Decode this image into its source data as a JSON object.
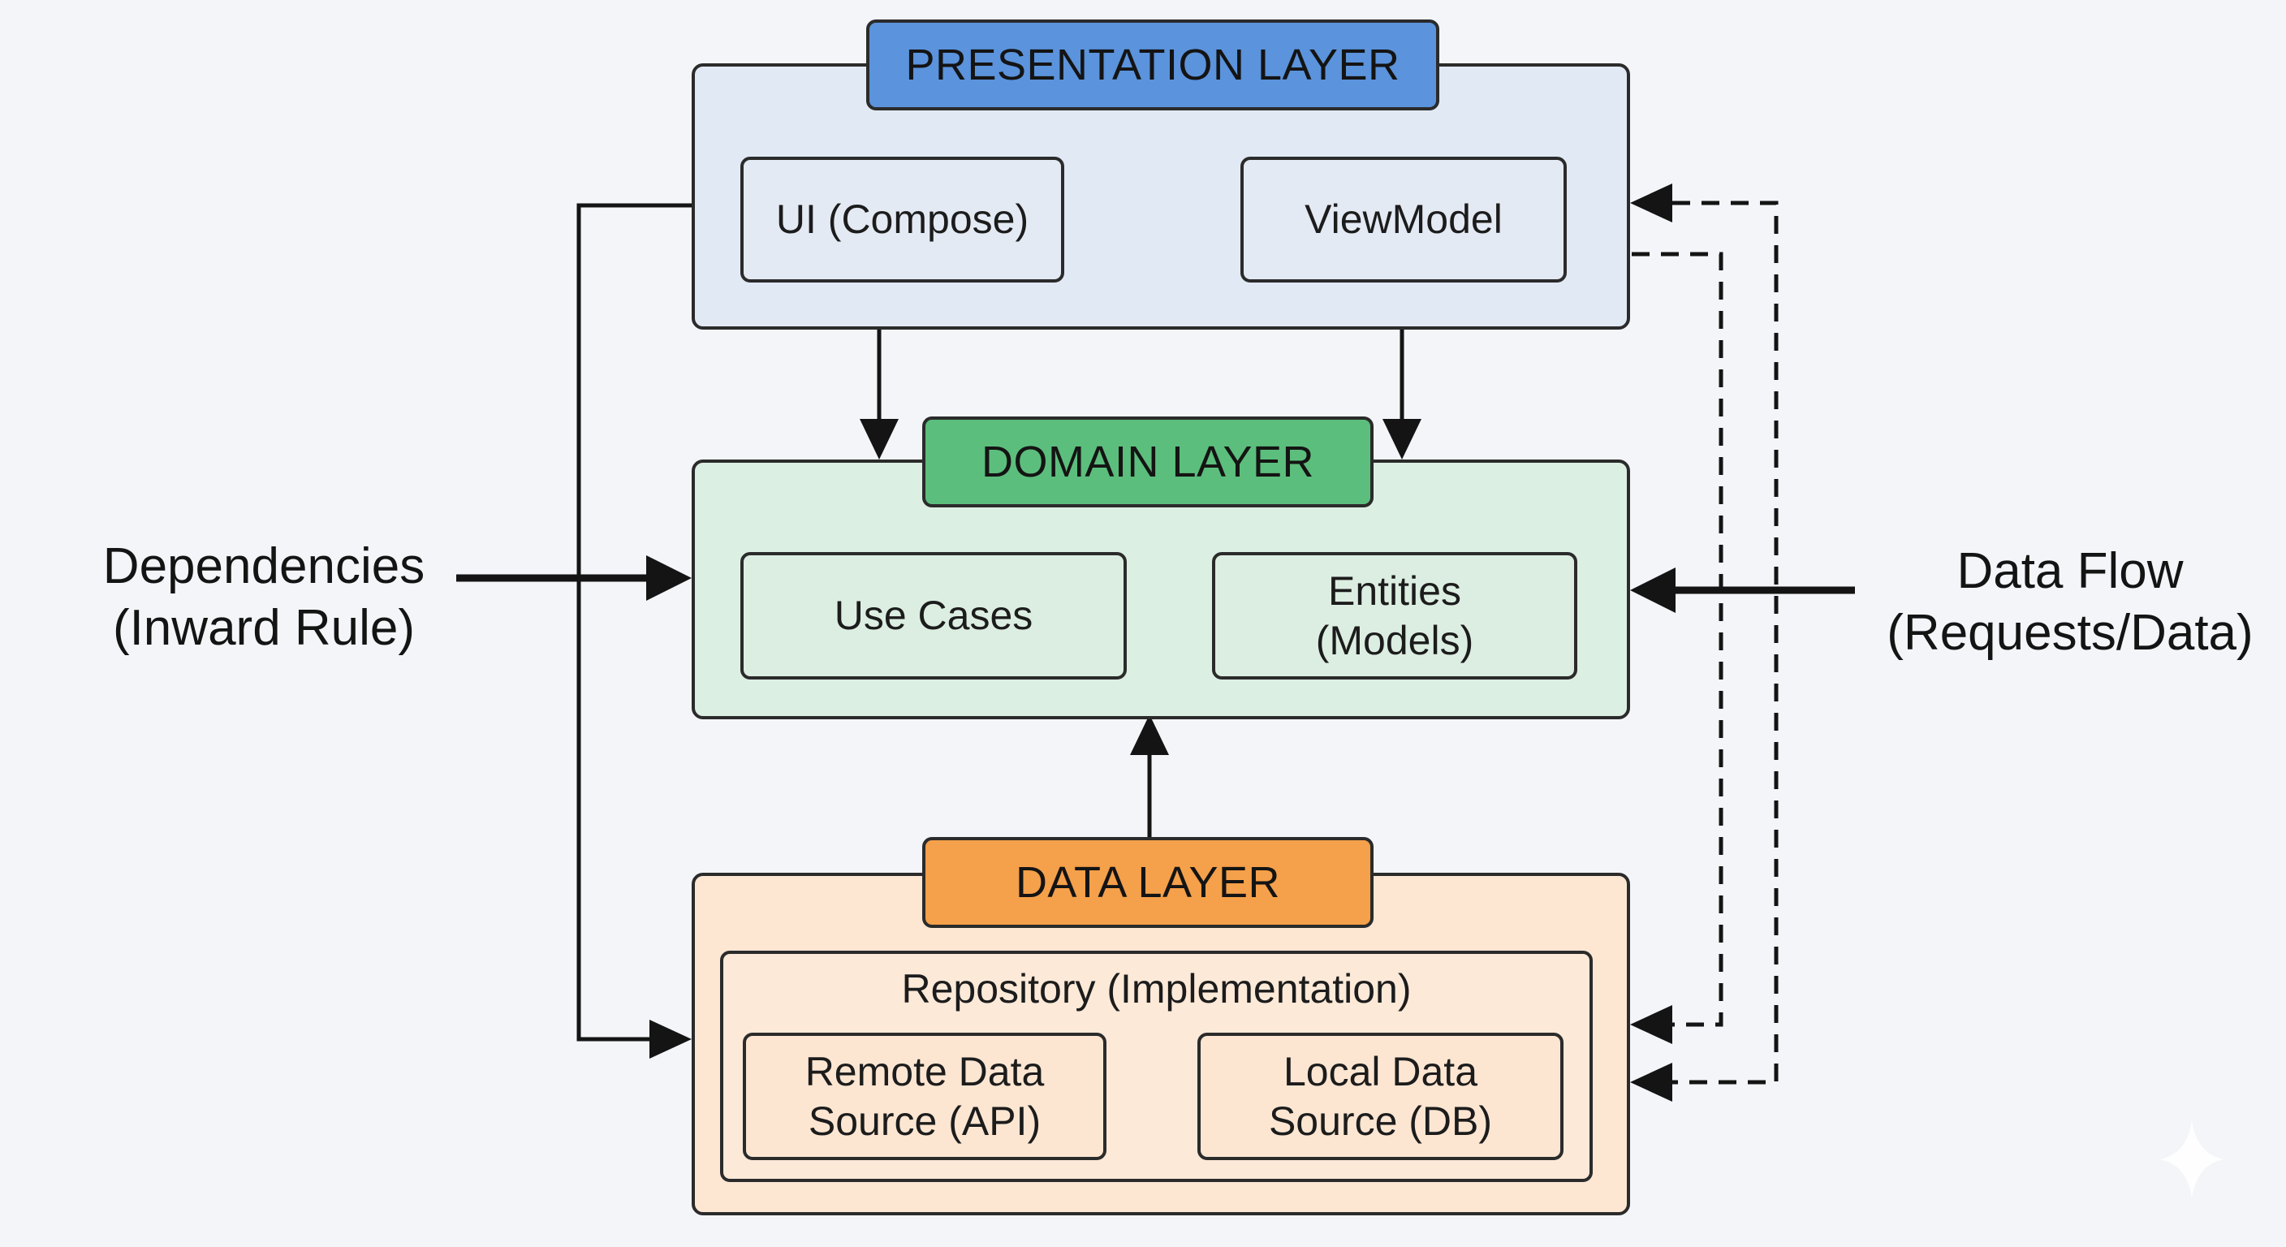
{
  "presentation": {
    "title": "PRESENTATION LAYER",
    "ui_label": "UI (Compose)",
    "viewmodel_label": "ViewModel"
  },
  "domain": {
    "title": "DOMAIN LAYER",
    "usecases_label": "Use Cases",
    "entities_line1": "Entities",
    "entities_line2": "(Models)"
  },
  "data_layer": {
    "title": "DATA LAYER",
    "repository_label": "Repository (Implementation)",
    "remote_line1": "Remote Data",
    "remote_line2": "Source (API)",
    "local_line1": "Local Data",
    "local_line2": "Source (DB)"
  },
  "left_label": {
    "line1": "Dependencies",
    "line2": "(Inward Rule)"
  },
  "right_label": {
    "line1": "Data Flow",
    "line2": "(Requests/Data)"
  },
  "colors": {
    "presentation_fill": "#e1e9f4",
    "presentation_tag": "#5b93dc",
    "domain_fill": "#dcefe3",
    "domain_tag": "#5cbe7c",
    "data_fill": "#fde7d3",
    "data_tag": "#f5a04a",
    "line": "#141414"
  }
}
